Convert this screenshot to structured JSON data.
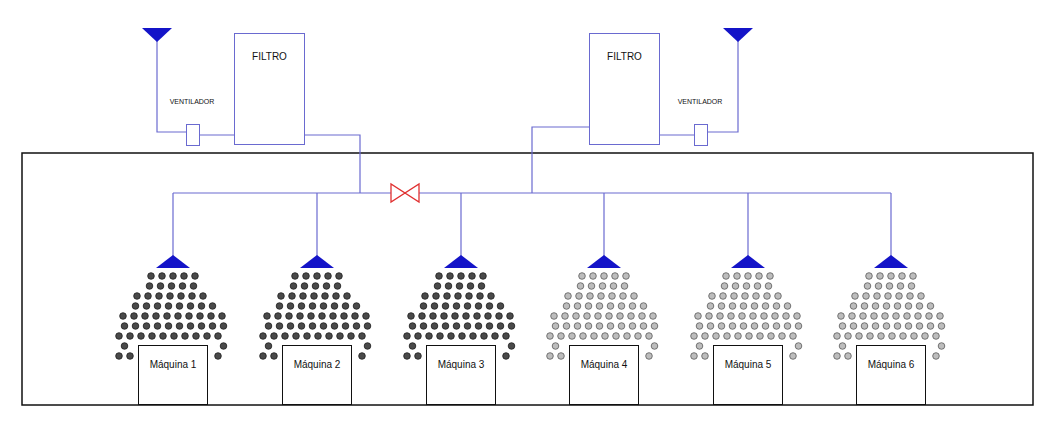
{
  "diagram": {
    "nodes": [
      {
        "text": [
          "VENTILADOR"
        ]
      },
      {
        "text": [
          "FILTRO"
        ]
      },
      {
        "text": [
          "FILTRO"
        ]
      },
      {
        "text": [
          "VENTILADOR"
        ]
      },
      {
        "text": [
          "Máquina 1"
        ]
      },
      {
        "text": [
          "Máquina 2"
        ]
      },
      {
        "text": [
          "Máquina 3"
        ]
      },
      {
        "text": [
          "Máquina 4"
        ]
      },
      {
        "text": [
          "Máquina 5"
        ]
      },
      {
        "text": [
          "Máquina 6"
        ]
      }
    ],
    "edges": [
      {
        "from": 0,
        "to": 1,
        "arrow": "none"
      },
      {
        "from": 2,
        "to": 3,
        "arrow": "none"
      }
    ]
  }
}
